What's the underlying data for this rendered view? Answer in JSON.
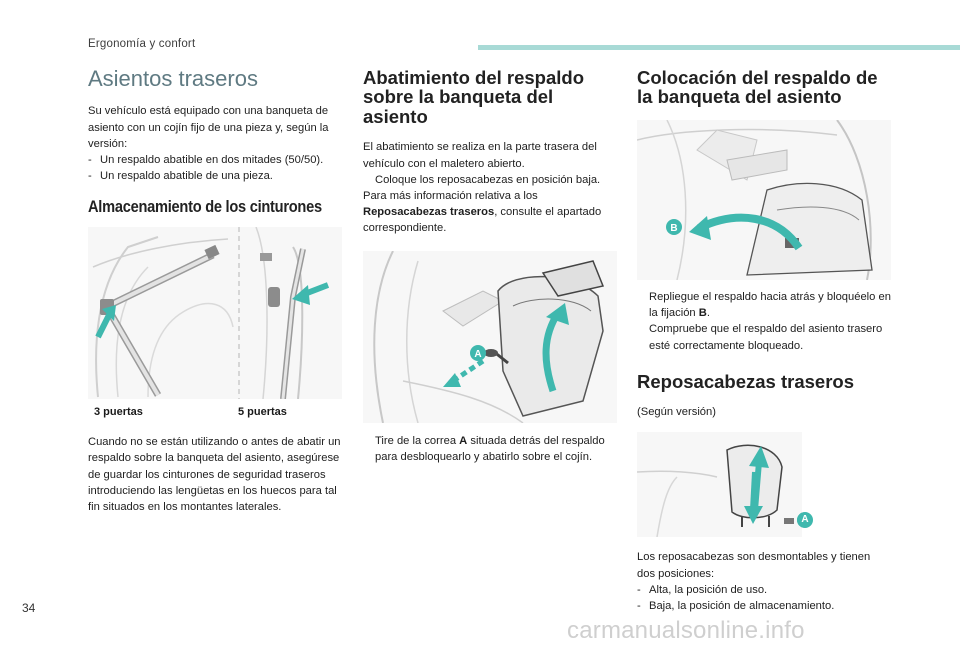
{
  "header": {
    "section_label": "Ergonomía y confort"
  },
  "col1": {
    "title": "Asientos traseros",
    "intro": "Su vehículo está equipado con una banqueta de asiento con un cojín fijo de una pieza y, según la versión:",
    "options": [
      {
        "marker": "-",
        "text": "Un respaldo abatible en dos mitades (50/50)."
      },
      {
        "marker": "-",
        "text": "Un respaldo abatible de una pieza."
      }
    ],
    "storage_title": "Almacenamiento de los cinturones",
    "caption_left": "3 puertas",
    "caption_right": "5 puertas",
    "storage_text": "Cuando no se están utilizando o antes de abatir un respaldo sobre la banqueta del asiento, asegúrese de guardar los cinturones de seguridad traseros introduciendo las lengüetas en los huecos para tal fin situados en los montantes laterales."
  },
  "col2": {
    "title": "Abatimiento del respaldo sobre la banqueta del asiento",
    "p1": "El abatimiento se realiza en la parte trasera del vehículo con el maletero abierto.",
    "bullet1": "Coloque los reposacabezas en posición baja.",
    "p2_start": "Para más información relativa a los ",
    "p2_bold": "Reposacabezas traseros",
    "p2_end": ", consulte el apartado correspondiente.",
    "figure_label": "A",
    "bullet2_start": "Tire de la correa ",
    "bullet2_bold": "A",
    "bullet2_end": " situada detrás del respaldo para desbloquearlo y abatirlo sobre el cojín."
  },
  "col3": {
    "title": "Colocación del respaldo de la banqueta del asiento",
    "figure_label": "B",
    "bullet1_start": "Repliegue el respaldo hacia atrás y bloquéelo en la fijación ",
    "bullet1_bold": "B",
    "bullet1_end": ".",
    "bullet2": "Compruebe que el respaldo del asiento trasero esté correctamente bloqueado.",
    "headrest_title": "Reposacabezas traseros",
    "version_note": "(Según versión)",
    "figure2_label": "A",
    "headrest_text": "Los reposacabezas son desmontables y tienen dos posiciones:",
    "positions": [
      {
        "marker": "-",
        "text": "Alta, la posición de uso."
      },
      {
        "marker": "-",
        "text": "Baja, la posición de almacenamiento."
      }
    ]
  },
  "bullet_glyph": "",
  "page_number": "34",
  "watermark": "carmanualsonline.info",
  "colors": {
    "accent_teal": "#3fb8ae",
    "title_gray": "#5f7a82",
    "header_bar": "#a8dad6"
  }
}
